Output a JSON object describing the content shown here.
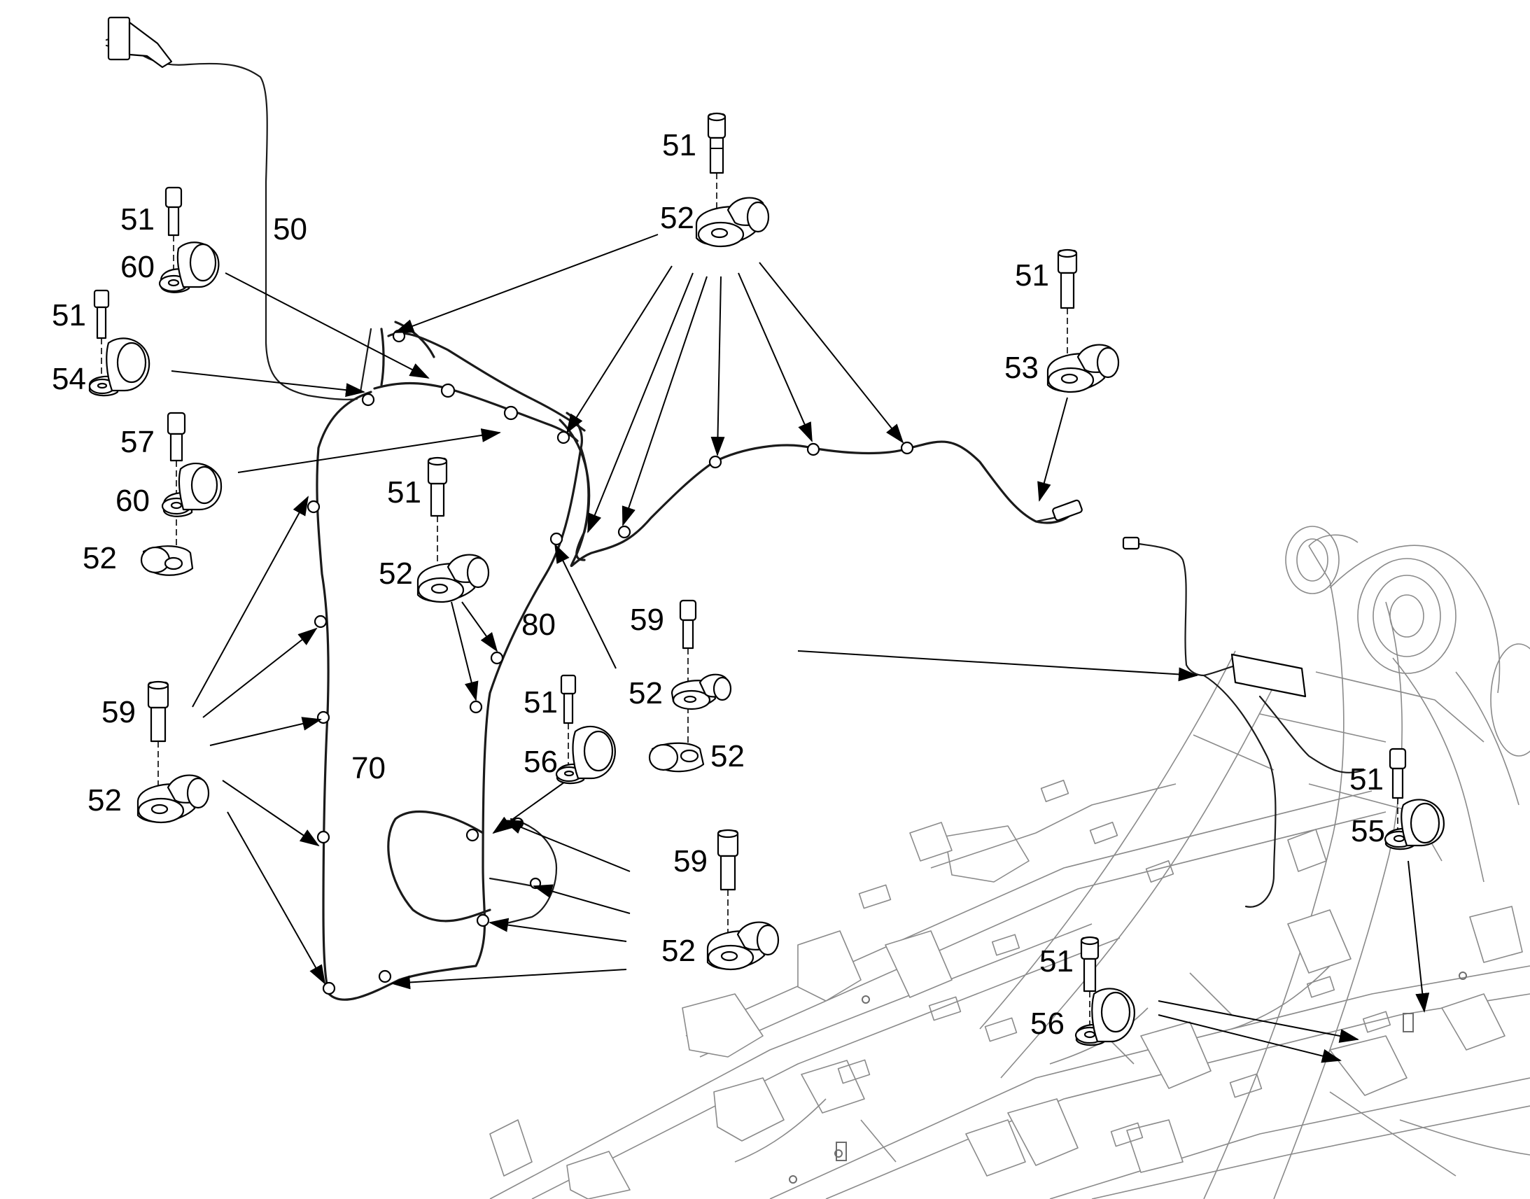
{
  "callouts": [
    {
      "id": "c-50",
      "text": "50"
    },
    {
      "id": "c-51-a",
      "text": "51"
    },
    {
      "id": "c-60-a",
      "text": "60"
    },
    {
      "id": "c-51-b",
      "text": "51"
    },
    {
      "id": "c-54",
      "text": "54"
    },
    {
      "id": "c-57",
      "text": "57"
    },
    {
      "id": "c-60-b",
      "text": "60"
    },
    {
      "id": "c-52-a",
      "text": "52"
    },
    {
      "id": "c-51-c",
      "text": "51"
    },
    {
      "id": "c-52-b",
      "text": "52"
    },
    {
      "id": "c-51-d",
      "text": "51"
    },
    {
      "id": "c-52-c",
      "text": "52"
    },
    {
      "id": "c-51-e",
      "text": "51"
    },
    {
      "id": "c-53",
      "text": "53"
    },
    {
      "id": "c-80",
      "text": "80"
    },
    {
      "id": "c-59-a",
      "text": "59"
    },
    {
      "id": "c-52-d",
      "text": "52"
    },
    {
      "id": "c-52-e",
      "text": "52"
    },
    {
      "id": "c-51-f",
      "text": "51"
    },
    {
      "id": "c-56-a",
      "text": "56"
    },
    {
      "id": "c-59-b",
      "text": "59"
    },
    {
      "id": "c-52-f",
      "text": "52"
    },
    {
      "id": "c-70",
      "text": "70"
    },
    {
      "id": "c-59-c",
      "text": "59"
    },
    {
      "id": "c-52-g",
      "text": "52"
    },
    {
      "id": "c-51-g",
      "text": "51"
    },
    {
      "id": "c-55",
      "text": "55"
    },
    {
      "id": "c-51-h",
      "text": "51"
    },
    {
      "id": "c-56-b",
      "text": "56"
    }
  ]
}
